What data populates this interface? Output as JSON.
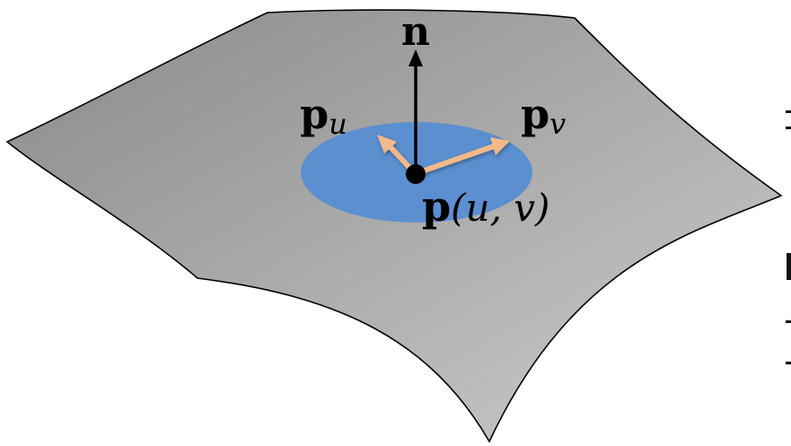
{
  "diagram": {
    "labels": {
      "normal": {
        "base": "n"
      },
      "tangent_u": {
        "base": "p",
        "subscript": "u"
      },
      "tangent_v": {
        "base": "p",
        "subscript": "v"
      },
      "point": {
        "base": "p",
        "args": "(u, v)"
      }
    },
    "colors": {
      "surface_light": "#c8c8c8",
      "surface_dark": "#8a8a8a",
      "outline": "#000000",
      "patch": "#5b8fcf",
      "tangent_arrow": "#f5b98a",
      "normal_arrow": "#000000",
      "point": "#000000"
    }
  }
}
